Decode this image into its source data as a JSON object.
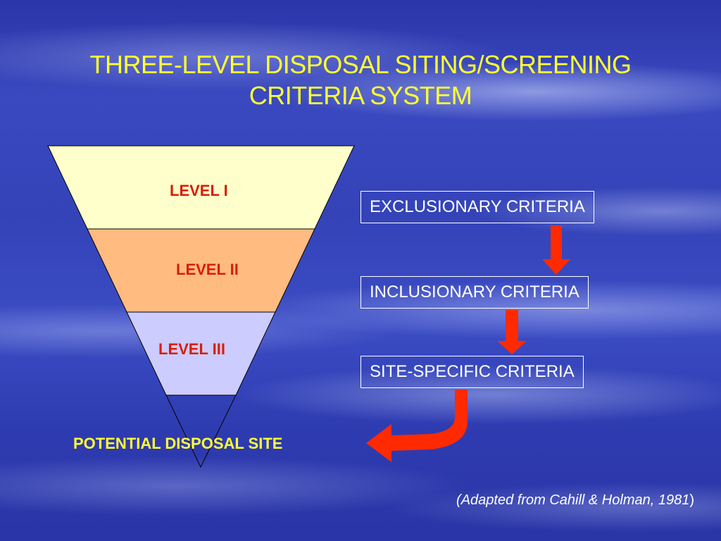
{
  "slide": {
    "title_line1": "THREE-LEVEL DISPOSAL SITING/SCREENING",
    "title_line2": "CRITERIA SYSTEM"
  },
  "funnel": {
    "levels": [
      {
        "label": "LEVEL I",
        "color": "#ffffcc"
      },
      {
        "label": "LEVEL II",
        "color": "#ffbb80"
      },
      {
        "label": "LEVEL III",
        "color": "#ccccff"
      }
    ],
    "tip_color": "#3443b8",
    "outline_color": "#000000",
    "label_color": "#d81e05"
  },
  "criteria": {
    "items": [
      "EXCLUSIONARY CRITERIA",
      "INCLUSIONARY CRITERIA",
      "SITE-SPECIFIC CRITERIA"
    ],
    "arrow_color": "#ff2a00"
  },
  "result": {
    "label": "POTENTIAL DISPOSAL SITE",
    "color": "#ffff33"
  },
  "citation": {
    "text": "(Adapted from Cahill & Holman, 1981",
    "close": ")"
  }
}
